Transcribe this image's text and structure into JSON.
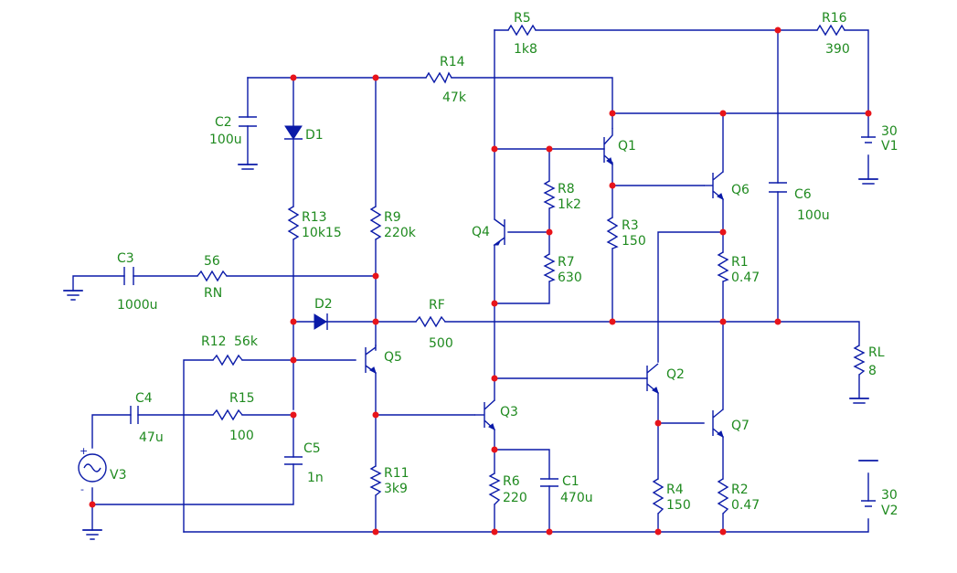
{
  "colors": {
    "wire": "#0a1aa8",
    "junction": "#e8141a",
    "label": "#1f8a1f",
    "background": "#ffffff"
  },
  "labels": {
    "r5": "R5",
    "r5v": "1k8",
    "r16": "R16",
    "r16v": "390",
    "r14": "R14",
    "r14v": "47k",
    "c2": "C2",
    "c2v": "100u",
    "d1": "D1",
    "r13": "R13",
    "r13v": "10k15",
    "r9": "R9",
    "r9v": "220k",
    "r8": "R8",
    "r8v": "1k2",
    "r7": "R7",
    "r7v": "630",
    "q4": "Q4",
    "q1": "Q1",
    "q6": "Q6",
    "r3": "R3",
    "r3v": "150",
    "r1": "R1",
    "r1v": "0.47",
    "c6": "C6",
    "c6v": "100u",
    "v1": "V1",
    "v1v": "30",
    "c3": "C3",
    "c3v": "1000u",
    "rn": "RN",
    "rnv": "56",
    "d2": "D2",
    "rf": "RF",
    "rfv": "500",
    "r12": "R12",
    "r12v": "56k",
    "q5": "Q5",
    "q2": "Q2",
    "q3": "Q3",
    "q7": "Q7",
    "rl": "RL",
    "rlv": "8",
    "c4": "C4",
    "c4v": "47u",
    "r15": "R15",
    "r15v": "100",
    "c5": "C5",
    "c5v": "1n",
    "v3": "V3",
    "r11": "R11",
    "r11v": "3k9",
    "r6": "R6",
    "r6v": "220",
    "c1": "C1",
    "c1v": "470u",
    "r4": "R4",
    "r4v": "150",
    "r2": "R2",
    "r2v": "0.47",
    "v2": "V2",
    "v2v": "30",
    "plus": "+",
    "minus": "-"
  }
}
